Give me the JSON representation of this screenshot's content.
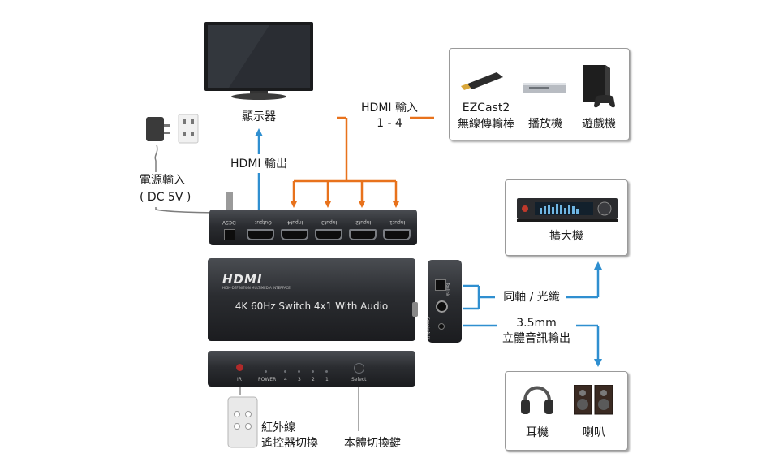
{
  "colors": {
    "input_arrows": "#e8721c",
    "output_arrows": "#2f8fd0",
    "device_body": "#2b2d31"
  },
  "labels": {
    "display": "顯示器",
    "hdmi_output": "HDMI 輸出",
    "hdmi_input_line1": "HDMI 輸入",
    "hdmi_input_line2": "1 - 4",
    "power_input_line1": "電源輸入",
    "power_input_line2": "( DC 5V )",
    "ezcast_line1": "EZCast2",
    "ezcast_line2": "無線傳輸棒",
    "player": "播放機",
    "game_console": "遊戲機",
    "amplifier": "擴大機",
    "coax_optical": "同軸 / 光纖",
    "analog_line1": "3.5mm",
    "analog_line2": "立體音訊輸出",
    "headphones": "耳機",
    "speakers": "喇叭",
    "remote_line1": "紅外線",
    "remote_line2": "遙控器切換",
    "body_switch": "本體切換鍵"
  },
  "device": {
    "logo": "HDMI",
    "logo_tagline": "HIGH-DEFINITION MULTIMEDIA INTERFACE",
    "title": "4K 60Hz Switch 4x1 With Audio",
    "rear_ports": [
      "DC5V",
      "Output",
      "Input4",
      "Input3",
      "Input2",
      "Input1"
    ],
    "front_labels": {
      "ir": "IR",
      "power": "POWER",
      "led_4": "4",
      "led_3": "3",
      "led_2": "2",
      "led_1": "1",
      "select": "Select"
    },
    "side_labels": {
      "toslink": "Toslink",
      "coaxial": "Coaxial",
      "aux": "AUX"
    }
  }
}
